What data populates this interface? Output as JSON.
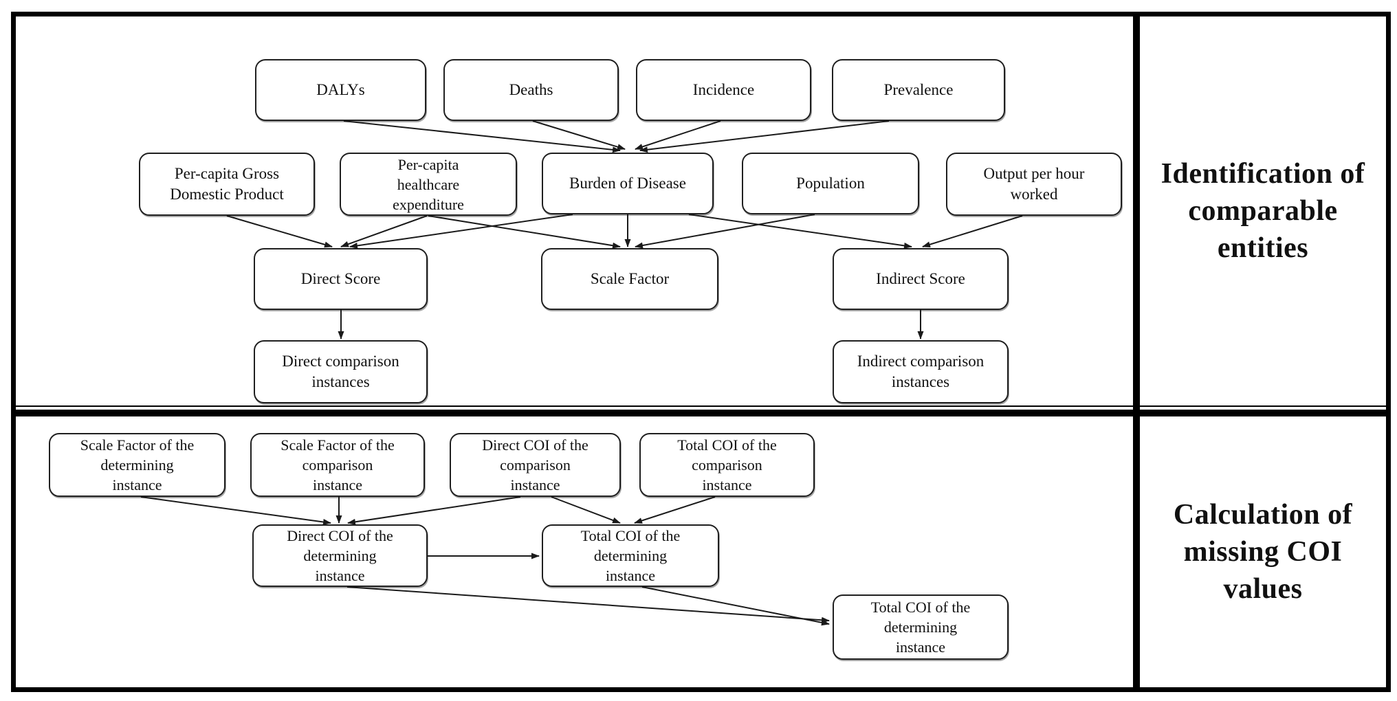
{
  "figure": {
    "type": "flowchart",
    "background_color": "#ffffff",
    "line_color": "#1a1a1a",
    "border_color": "#000000"
  },
  "sections": [
    {
      "id": "identification",
      "label": "Identification of\ncomparable\nentities"
    },
    {
      "id": "calculation",
      "label": "Calculation of\nmissing COI\nvalues"
    }
  ],
  "nodes": [
    {
      "id": "dalys",
      "label": "DALYs"
    },
    {
      "id": "deaths",
      "label": "Deaths"
    },
    {
      "id": "incidence",
      "label": "Incidence"
    },
    {
      "id": "prevalence",
      "label": "Prevalence"
    },
    {
      "id": "gdp",
      "label": "Per-capita Gross\nDomestic Product"
    },
    {
      "id": "phe",
      "label": "Per-capita\nhealthcare\nexpenditure"
    },
    {
      "id": "burden",
      "label": "Burden of Disease"
    },
    {
      "id": "population",
      "label": "Population"
    },
    {
      "id": "output",
      "label": "Output per hour\nworked"
    },
    {
      "id": "direct-score",
      "label": "Direct Score"
    },
    {
      "id": "scale-factor",
      "label": "Scale Factor"
    },
    {
      "id": "indirect-score",
      "label": "Indirect Score"
    },
    {
      "id": "direct-comp",
      "label": "Direct comparison\ninstances"
    },
    {
      "id": "indirect-comp",
      "label": "Indirect comparison\ninstances"
    },
    {
      "id": "sf-det",
      "label": "Scale Factor of the\ndetermining\ninstance"
    },
    {
      "id": "sf-comp",
      "label": "Scale Factor of the\ncomparison\ninstance"
    },
    {
      "id": "dcoi-comp",
      "label": "Direct COI of the\ncomparison\ninstance"
    },
    {
      "id": "tcoi-comp",
      "label": "Total COI of the\ncomparison\ninstance"
    },
    {
      "id": "dcoi-det",
      "label": "Direct COI of the\ndetermining\ninstance"
    },
    {
      "id": "tcoi-det-mid",
      "label": "Total COI of the\ndetermining\ninstance"
    },
    {
      "id": "tcoi-det",
      "label": "Total COI of the\ndetermining\ninstance"
    }
  ],
  "edges": [
    {
      "from": "dalys",
      "to": "burden"
    },
    {
      "from": "deaths",
      "to": "burden"
    },
    {
      "from": "incidence",
      "to": "burden"
    },
    {
      "from": "prevalence",
      "to": "burden"
    },
    {
      "from": "gdp",
      "to": "direct-score"
    },
    {
      "from": "phe",
      "to": "direct-score"
    },
    {
      "from": "burden",
      "to": "direct-score"
    },
    {
      "from": "phe",
      "to": "scale-factor"
    },
    {
      "from": "burden",
      "to": "scale-factor"
    },
    {
      "from": "population",
      "to": "scale-factor"
    },
    {
      "from": "burden",
      "to": "indirect-score"
    },
    {
      "from": "output",
      "to": "indirect-score"
    },
    {
      "from": "direct-score",
      "to": "direct-comp"
    },
    {
      "from": "indirect-score",
      "to": "indirect-comp"
    },
    {
      "from": "sf-det",
      "to": "dcoi-det"
    },
    {
      "from": "sf-comp",
      "to": "dcoi-det"
    },
    {
      "from": "dcoi-comp",
      "to": "dcoi-det"
    },
    {
      "from": "dcoi-comp",
      "to": "tcoi-det-mid"
    },
    {
      "from": "tcoi-comp",
      "to": "tcoi-det-mid"
    },
    {
      "from": "dcoi-det",
      "to": "tcoi-det-mid"
    },
    {
      "from": "dcoi-det",
      "to": "tcoi-det"
    },
    {
      "from": "tcoi-det-mid",
      "to": "tcoi-det"
    }
  ]
}
